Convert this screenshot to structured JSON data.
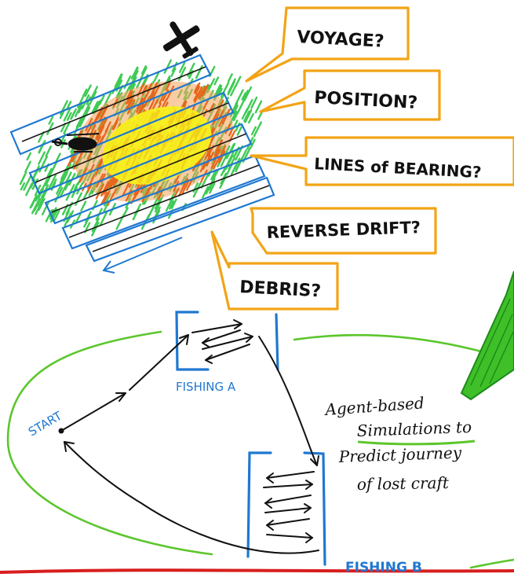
{
  "questions": [
    "VOYAGE?",
    "POSITION?",
    "LINES of BEARING?",
    "REVERSE DRIFT?",
    "DEBRIS?"
  ],
  "labels": {
    "start": "START",
    "fishing_a": "FISHING A",
    "fishing_b": "FISHING B"
  },
  "annotation": [
    "Agent-based",
    "Simulations to",
    "Predict journey",
    "of lost craft"
  ],
  "colors": {
    "bubble_border": "#f2a416",
    "box_blue": "#1f78d1",
    "green_loop": "#5cc62d",
    "red_line": "#d81e1e",
    "heat_yellow": "#f7ef1e",
    "heat_orange": "#ef7a1f",
    "heat_green": "#3fca55"
  }
}
